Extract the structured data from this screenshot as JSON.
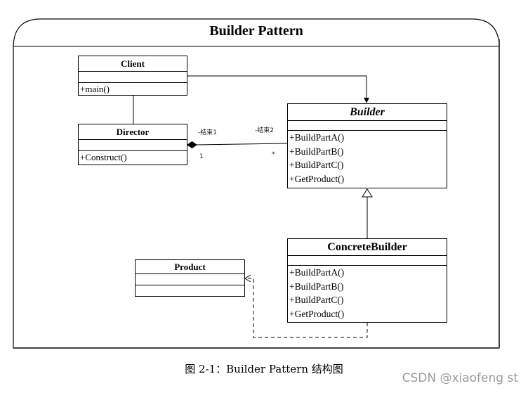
{
  "title": "Builder Pattern",
  "classes": {
    "client": {
      "name": "Client",
      "ops": [
        "+main()"
      ]
    },
    "director": {
      "name": "Director",
      "ops": [
        "+Construct()"
      ]
    },
    "builder": {
      "name": "Builder",
      "ops": [
        "+BuildPartA()",
        "+BuildPartB()",
        "+BuildPartC()",
        "+GetProduct()"
      ]
    },
    "concrete": {
      "name": "ConcreteBuilder",
      "ops": [
        "+BuildPartA()",
        "+BuildPartB()",
        "+BuildPartC()",
        "+GetProduct()"
      ]
    },
    "product": {
      "name": "Product"
    }
  },
  "association": {
    "end1_role": "-结束1",
    "end2_role": "-结束2",
    "end1_mult": "1",
    "end2_mult": "*"
  },
  "caption": "图 2-1：Builder Pattern 结构图",
  "watermark": "CSDN @xiaofeng st"
}
